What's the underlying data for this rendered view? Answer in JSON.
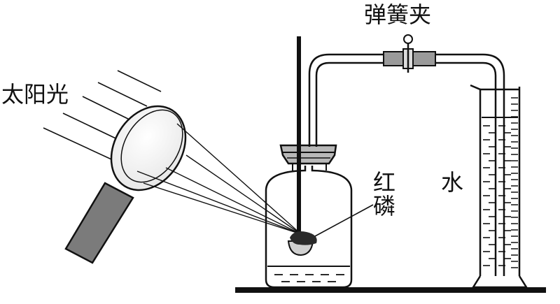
{
  "labels": {
    "sunlight": "太阳光",
    "spring_clamp": "弹簧夹",
    "water": "水",
    "red_phosphorus": "红磷"
  },
  "colors": {
    "ink": "#111111",
    "handle": "#7b7b7b",
    "stopper": "#b8b8b8",
    "clamp": "#9a9a9a",
    "phosphorus": "#2a2a2a"
  }
}
